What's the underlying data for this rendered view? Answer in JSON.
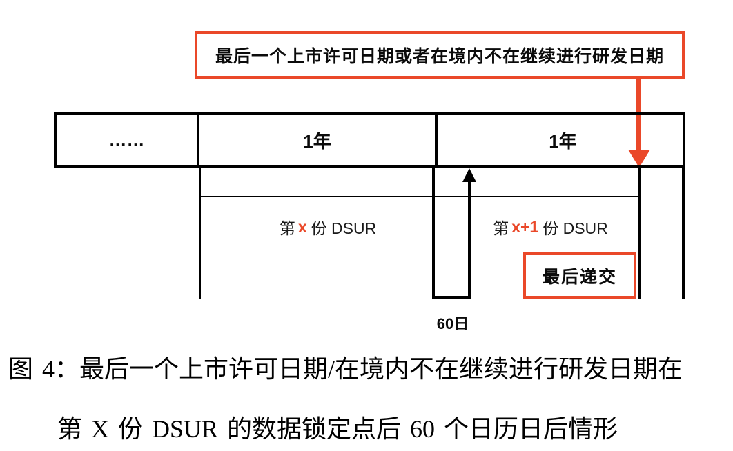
{
  "colors": {
    "accent": "#EA4829",
    "ink": "#111111",
    "background": "#FFFFFF"
  },
  "callout": {
    "label": "最后一个上市许可日期或者在境内不在继续进行研发日期"
  },
  "timeline": {
    "cells": [
      {
        "label": "……"
      },
      {
        "label": "1年"
      },
      {
        "label": "1年"
      }
    ]
  },
  "annotations": {
    "dsur_x": {
      "prefix": "第",
      "highlight": "x",
      "suffix": "份 DSUR"
    },
    "dsur_x_plus_1": {
      "prefix": "第",
      "highlight": "x+1",
      "suffix": "份 DSUR"
    },
    "final_submission": "最后递交",
    "duration": "60日"
  },
  "caption": {
    "line1": "图 4：最后一个上市许可日期/在境内不在继续进行研发日期在",
    "line2": "第 X 份 DSUR 的数据锁定点后 60 个日历日后情形"
  }
}
